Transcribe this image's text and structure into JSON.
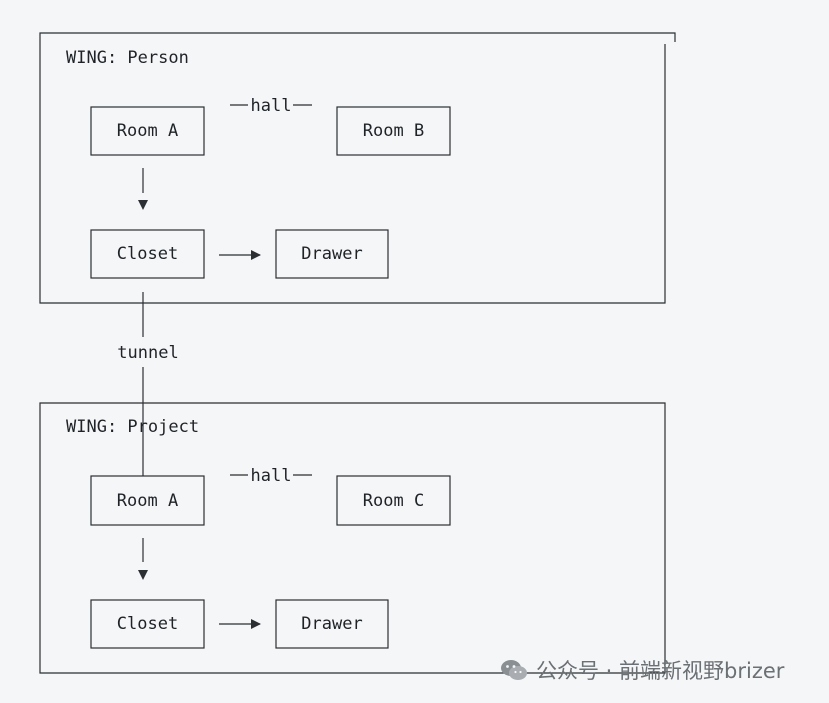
{
  "wings": [
    {
      "title": "WING: Person",
      "room_left": "Room A",
      "room_right": "Room B",
      "link_label": "hall",
      "closet": "Closet",
      "drawer": "Drawer"
    },
    {
      "title": "WING: Project",
      "room_left": "Room A",
      "room_right": "Room C",
      "link_label": "hall",
      "closet": "Closet",
      "drawer": "Drawer"
    }
  ],
  "connector_label": "tunnel",
  "watermark": {
    "text": "公众号 · 前端新视野brizer",
    "icon": "wechat-icon"
  },
  "colors": {
    "background": "#f5f6f8",
    "stroke": "#2b2f33",
    "watermark": "#6b7075"
  }
}
